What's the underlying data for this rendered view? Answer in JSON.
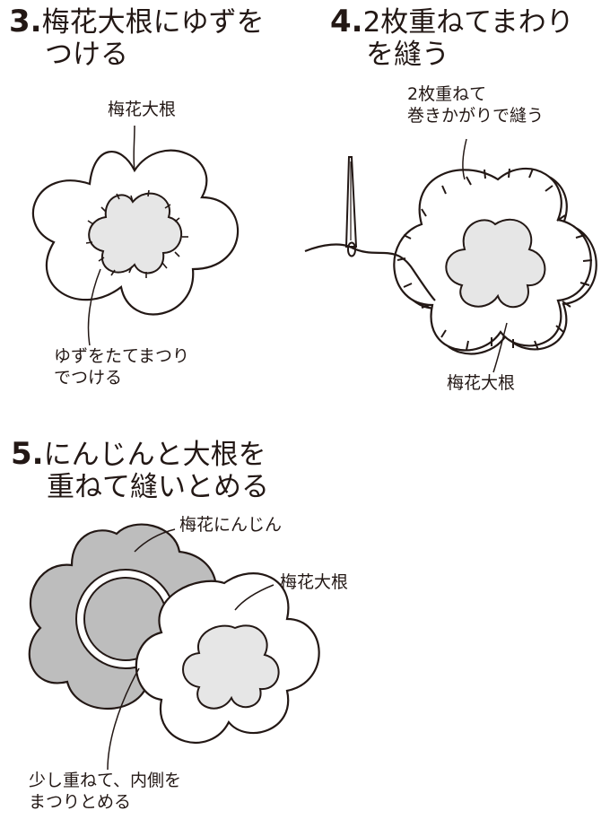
{
  "colors": {
    "ink": "#231815",
    "carrot_fill": "#bdbdbd",
    "yuzu_fill": "#e6e6e6",
    "paper": "#ffffff"
  },
  "step3": {
    "number": "3.",
    "title_line1": "梅花大根にゆずを",
    "title_line2": "つける",
    "label_top": "梅花大根",
    "label_bottom_line1": "ゆずをたてまつり",
    "label_bottom_line2": "でつける"
  },
  "step4": {
    "number": "4.",
    "title_line1": "2枚重ねてまわり",
    "title_line2": "を縫う",
    "label_top_line1": "2枚重ねて",
    "label_top_line2": "巻きかがりで縫う",
    "label_bottom": "梅花大根"
  },
  "step5": {
    "number": "5.",
    "title_line1": "にんじんと大根を",
    "title_line2": "重ねて縫いとめる",
    "label_carrot": "梅花にんじん",
    "label_radish": "梅花大根",
    "label_bottom_line1": "少し重ねて、内側を",
    "label_bottom_line2": "まつりとめる"
  }
}
